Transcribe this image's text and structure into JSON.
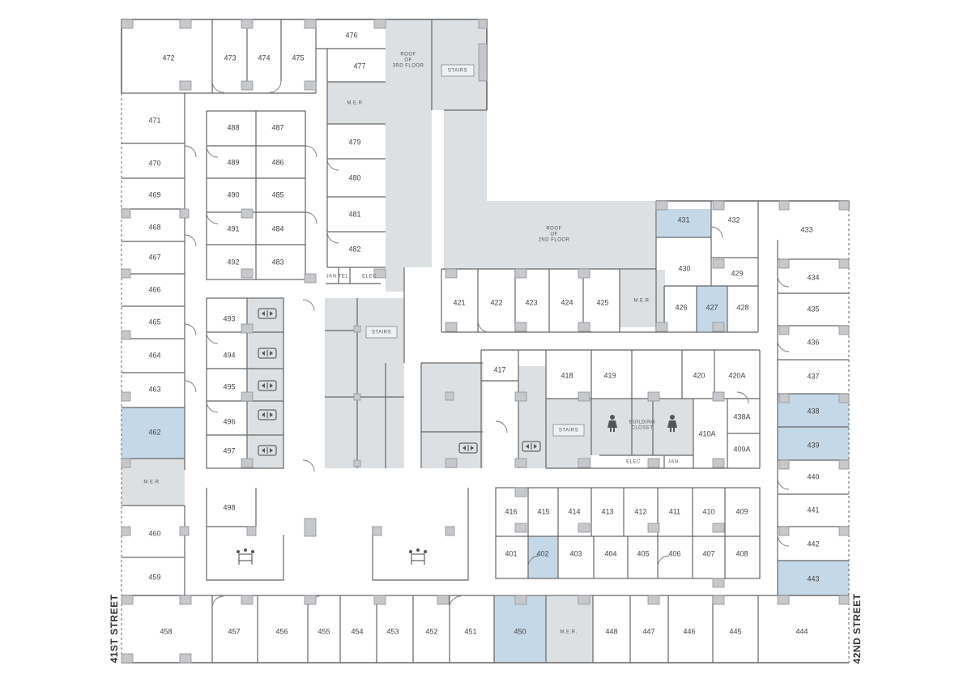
{
  "floor_plan": {
    "streets": {
      "left": "41ST STREET",
      "right": "42ND STREET"
    },
    "areas": {
      "roof_3rd": [
        "ROOF",
        "OF",
        "3RD FLOOR"
      ],
      "roof_2nd": [
        "ROOF",
        "OF",
        "2ND FLOOR"
      ],
      "stairs_label": "STAIRS",
      "building_closet": [
        "BUILDING",
        "CLOSET"
      ]
    },
    "rooms": {
      "r472": "472",
      "r473": "473",
      "r474": "474",
      "r475": "475",
      "r476": "476",
      "r477": "477",
      "r471": "471",
      "r470": "470",
      "r469": "469",
      "r468": "468",
      "r467": "467",
      "r466": "466",
      "r465": "465",
      "r464": "464",
      "r463": "463",
      "r462": "462",
      "r460": "460",
      "r459": "459",
      "r458": "458",
      "r457": "457",
      "r456": "456",
      "r455": "455",
      "r454": "454",
      "r453": "453",
      "r452": "452",
      "r451": "451",
      "r450": "450",
      "r448": "448",
      "r447": "447",
      "r446": "446",
      "r445": "445",
      "r444": "444",
      "r443": "443",
      "r442": "442",
      "r441": "441",
      "r440": "440",
      "r439": "439",
      "r438": "438",
      "r437": "437",
      "r436": "436",
      "r435": "435",
      "r434": "434",
      "r433": "433",
      "r432": "432",
      "r431": "431",
      "r430": "430",
      "r429": "429",
      "r428": "428",
      "r427": "427",
      "r426": "426",
      "r425": "425",
      "r424": "424",
      "r423": "423",
      "r422": "422",
      "r421": "421",
      "r420": "420",
      "r420A": "420A",
      "r419": "419",
      "r418": "418",
      "r417": "417",
      "r438A": "438A",
      "r410A": "410A",
      "r409A": "409A",
      "r416": "416",
      "r415": "415",
      "r414": "414",
      "r413": "413",
      "r412": "412",
      "r411": "411",
      "r410": "410",
      "r409": "409",
      "r401": "401",
      "r402": "402",
      "r403": "403",
      "r404": "404",
      "r405": "405",
      "r406": "406",
      "r407": "407",
      "r408": "408",
      "r479": "479",
      "r480": "480",
      "r481": "481",
      "r482": "482",
      "r483": "483",
      "r484": "484",
      "r485": "485",
      "r486": "486",
      "r487": "487",
      "r488": "488",
      "r489": "489",
      "r490": "490",
      "r491": "491",
      "r492": "492",
      "r493": "493",
      "r494": "494",
      "r495": "495",
      "r496": "496",
      "r497": "497",
      "r498": "498",
      "mer": "M.E.R.",
      "jan": "JAN",
      "tel": "TEL",
      "elec": "ELEC"
    },
    "colors": {
      "highlight": "#c5d8e8",
      "service": "#dde0e3",
      "wall": "#666666"
    }
  }
}
